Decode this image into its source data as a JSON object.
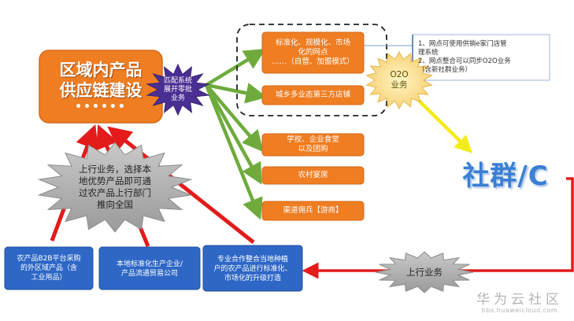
{
  "main_box": {
    "line1": "区域内产品",
    "line2": "供应链建设",
    "dots": "••••••"
  },
  "match_badge": {
    "text": "匹配系统\n展开零批\n业务"
  },
  "right_boxes": [
    {
      "text": "标准化、规模化、市场\n化的网点\n……（自营、加盟模式）"
    },
    {
      "text": "城乡多业态第三方店铺"
    },
    {
      "text": "学校、企业食堂\n以及团购"
    },
    {
      "text": "农村宴席"
    },
    {
      "text": "渠道佣兵【游商】"
    }
  ],
  "o2o_badge": {
    "text": "O2O\n业务"
  },
  "notes": {
    "text": "1、网点可使用供销e家门店管\n理系统\n2、网点整合可以同步O2O业务\n（含新社群业务）"
  },
  "community_label": "社群/C",
  "upstream_burst": {
    "text": "上行业务，选择本\n地优势产品即可通\n过农产品上行部门\n推向全国"
  },
  "upstream_badge": {
    "text": "上行业务"
  },
  "bottom_boxes": [
    {
      "text": "农产品B2B平台采购\n的外区域产品（含\n工业用品）"
    },
    {
      "text": "本地标准化生产企业/\n产品流通贸易公司"
    },
    {
      "text": "专业合作整合当地种植\n户的农产品进行标准化、\n市场化的升级打造"
    }
  ],
  "watermark": {
    "title": "华为云社区",
    "url": "bbs.huaweicloud.com"
  },
  "colors": {
    "orange": "#ef7d22",
    "orange_stroke": "#d4691a",
    "blue_box": "#2e67c6",
    "purple": "#4a2f93",
    "green_arrow": "#6eab3c",
    "red_arrow": "#e31b1b",
    "yellow_arrow": "#f4ec1a",
    "o2o_fill": "#fbdc8a",
    "burst_fill": "#a8a8a8",
    "community_blue": "#3a7fd5",
    "note_border": "#9fb7d9"
  }
}
